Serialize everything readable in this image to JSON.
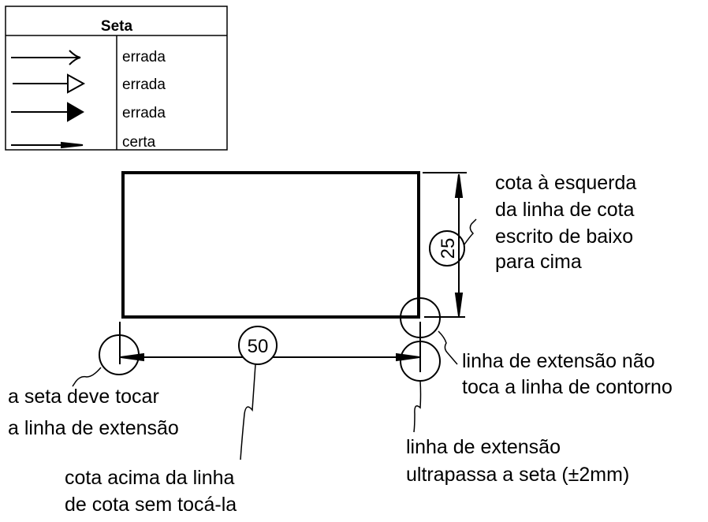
{
  "table": {
    "header": "Seta",
    "rows": [
      {
        "arrow": "open-arrow",
        "label": "errada"
      },
      {
        "arrow": "hollow-triangle-arrow",
        "label": "errada"
      },
      {
        "arrow": "filled-triangle-arrow",
        "label": "errada"
      },
      {
        "arrow": "slender-filled-arrow",
        "label": "certa"
      }
    ]
  },
  "dimensions": {
    "vertical": "25",
    "horizontal": "50"
  },
  "notes": {
    "right_top": [
      "cota à esquerda",
      "da linha de cota",
      "escrito de baixo",
      "para cima"
    ],
    "right_mid": [
      "linha de extensão não",
      "toca a linha de contorno"
    ],
    "left": [
      "a seta deve tocar",
      "a linha de extensão"
    ],
    "bottom_middle": [
      "cota acima da linha",
      "de cota sem tocá-la"
    ],
    "bottom_right": [
      "linha de extensão",
      "ultrapassa a seta (±2mm)"
    ]
  }
}
